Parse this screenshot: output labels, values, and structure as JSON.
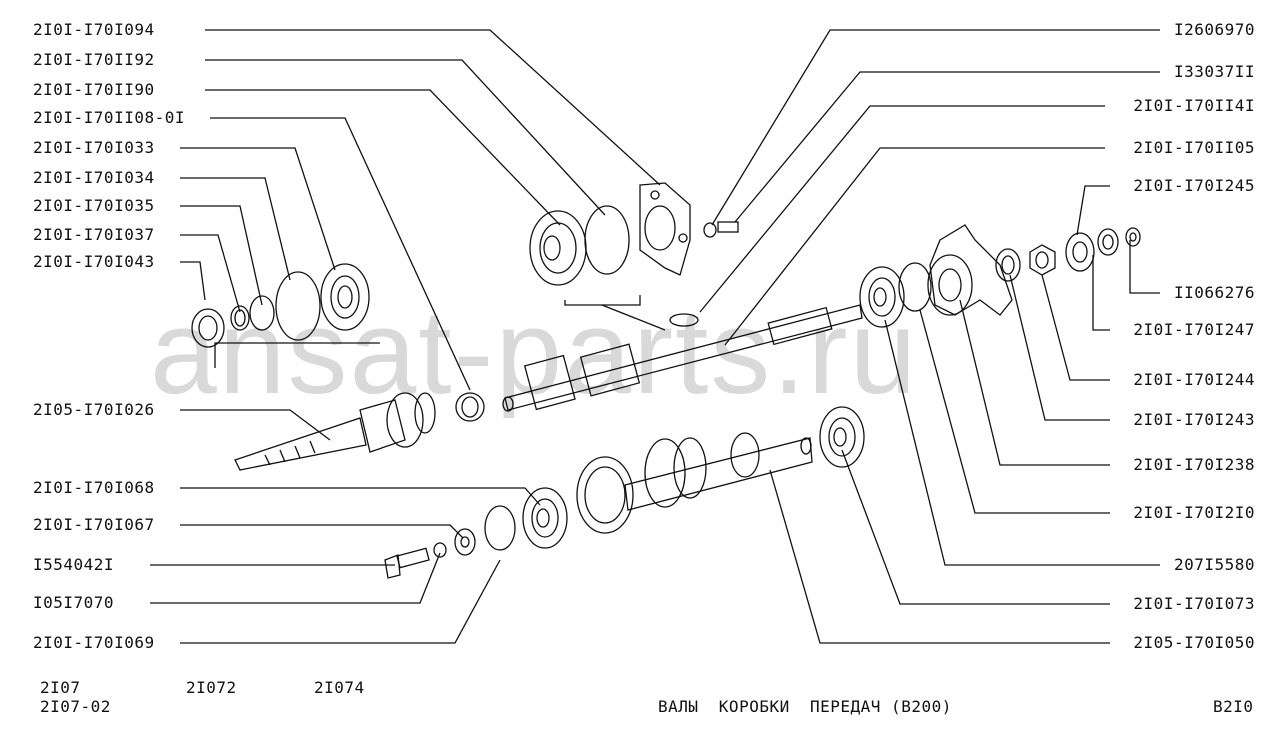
{
  "watermark": "ansat-parts.ru",
  "labels_left": [
    "2I0I-I70I094",
    "2I0I-I70II92",
    "2I0I-I70II90",
    "2I0I-I70II08-0I",
    "2I0I-I70I033",
    "2I0I-I70I034",
    "2I0I-I70I035",
    "2I0I-I70I037",
    "2I0I-I70I043",
    "2I05-I70I026",
    "2I0I-I70I068",
    "2I0I-I70I067",
    "I554042I",
    "I05I7070",
    "2I0I-I70I069"
  ],
  "labels_right": [
    "I2606970",
    "I33037II",
    "2I0I-I70II4I",
    "2I0I-I70II05",
    "2I0I-I70I245",
    "II066276",
    "2I0I-I70I247",
    "2I0I-I70I244",
    "2I0I-I70I243",
    "2I0I-I70I238",
    "2I0I-I70I2I0",
    "207I5580",
    "2I0I-I70I073",
    "2I05-I70I050"
  ],
  "footer": {
    "model_1": "2I07",
    "model_2": "2I07-02",
    "model_3": "2I072",
    "model_4": "2I074",
    "title": "ВАЛЫ  КОРОБКИ  ПЕРЕДАЧ (В200)",
    "page_code": "В2I0"
  }
}
